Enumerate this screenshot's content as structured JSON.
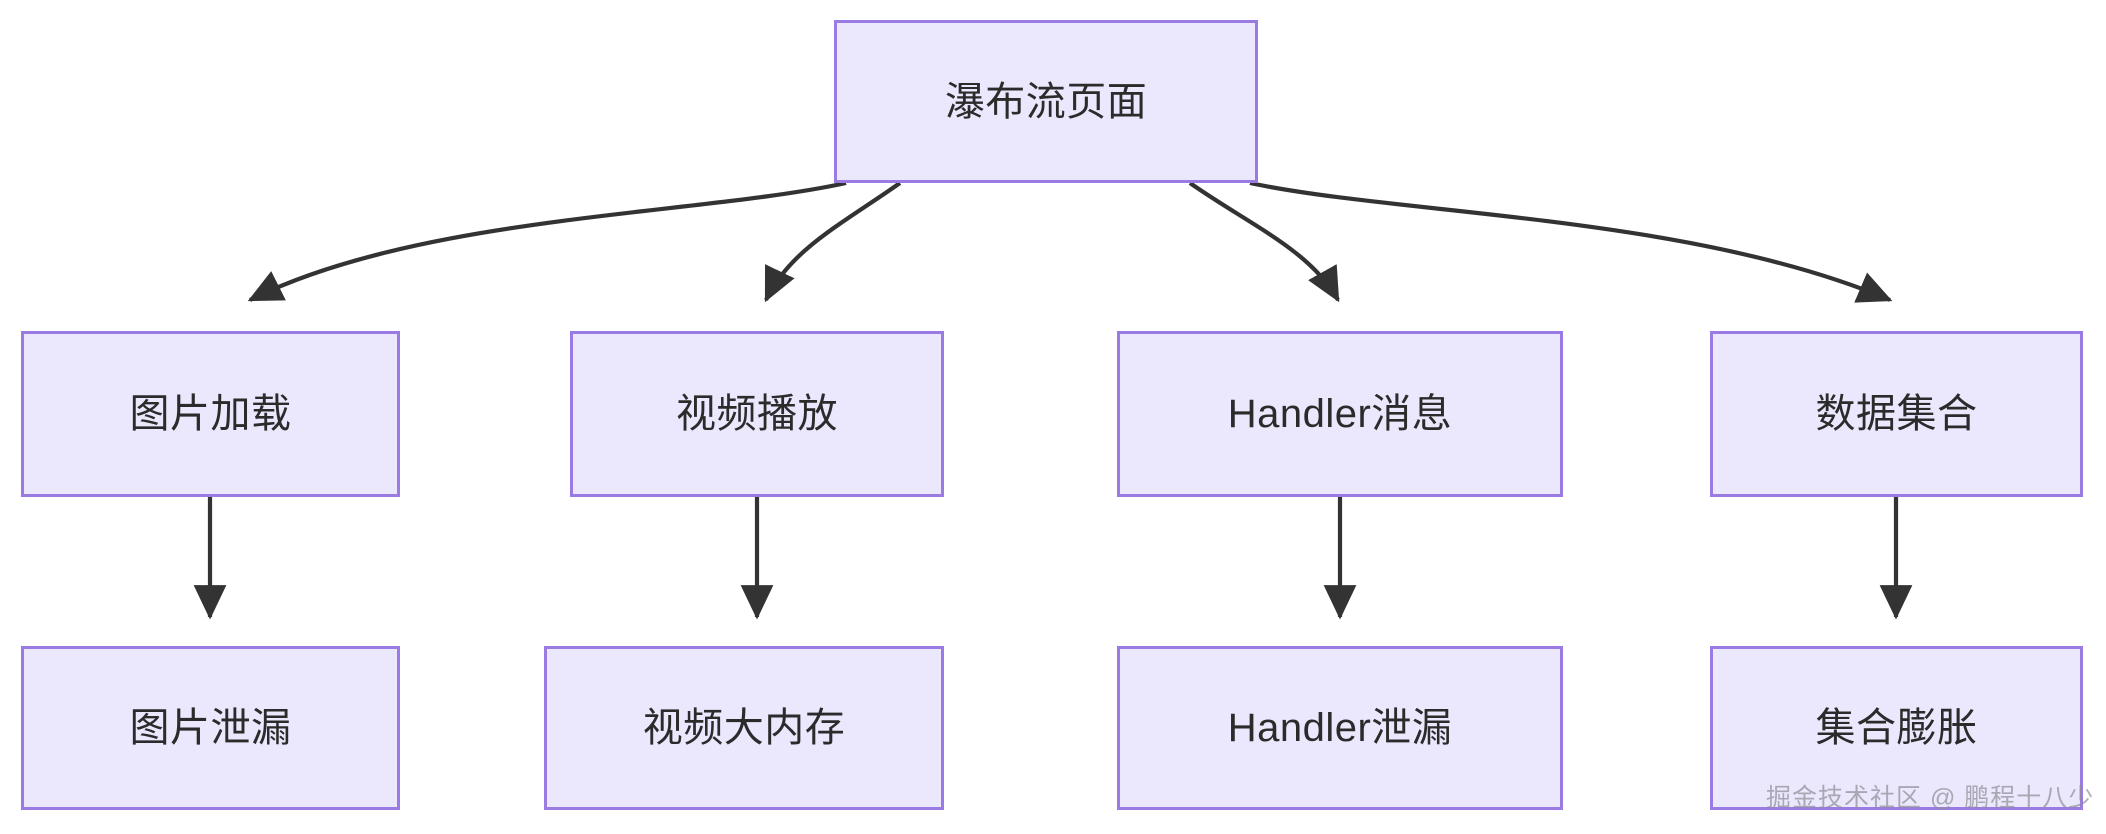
{
  "diagram": {
    "type": "flowchart",
    "direction": "top-down",
    "colors": {
      "node_fill": "#ebe8fd",
      "node_border": "#9a7ae3",
      "node_text": "#2b2b2b",
      "edge_stroke": "#333333",
      "background": "#ffffff",
      "watermark_text": "#8f8f99"
    },
    "nodes": {
      "root": {
        "id": "root",
        "label": "瀑布流页面"
      },
      "image_load": {
        "id": "image-load",
        "label": "图片加载"
      },
      "video_play": {
        "id": "video-play",
        "label": "视频播放"
      },
      "handler_msg": {
        "id": "handler-msg",
        "label": "Handler消息"
      },
      "data_collection": {
        "id": "data-collection",
        "label": "数据集合"
      },
      "image_leak": {
        "id": "image-leak",
        "label": "图片泄漏"
      },
      "video_memory": {
        "id": "video-memory",
        "label": "视频大内存"
      },
      "handler_leak": {
        "id": "handler-leak",
        "label": "Handler泄漏"
      },
      "collection_bloat": {
        "id": "collection-bloat",
        "label": "集合膨胀"
      }
    },
    "edges": [
      {
        "from": "root",
        "to": "image-load",
        "style": "curved",
        "arrow": "triangle"
      },
      {
        "from": "root",
        "to": "video-play",
        "style": "curved",
        "arrow": "triangle"
      },
      {
        "from": "root",
        "to": "handler-msg",
        "style": "curved",
        "arrow": "triangle"
      },
      {
        "from": "root",
        "to": "data-collection",
        "style": "curved",
        "arrow": "triangle"
      },
      {
        "from": "image-load",
        "to": "image-leak",
        "style": "straight",
        "arrow": "triangle"
      },
      {
        "from": "video-play",
        "to": "video-memory",
        "style": "straight",
        "arrow": "triangle"
      },
      {
        "from": "handler-msg",
        "to": "handler-leak",
        "style": "straight",
        "arrow": "triangle"
      },
      {
        "from": "data-collection",
        "to": "collection-bloat",
        "style": "straight",
        "arrow": "triangle"
      }
    ]
  },
  "watermark": {
    "text": "掘金技术社区 @ 鹏程十八少"
  }
}
